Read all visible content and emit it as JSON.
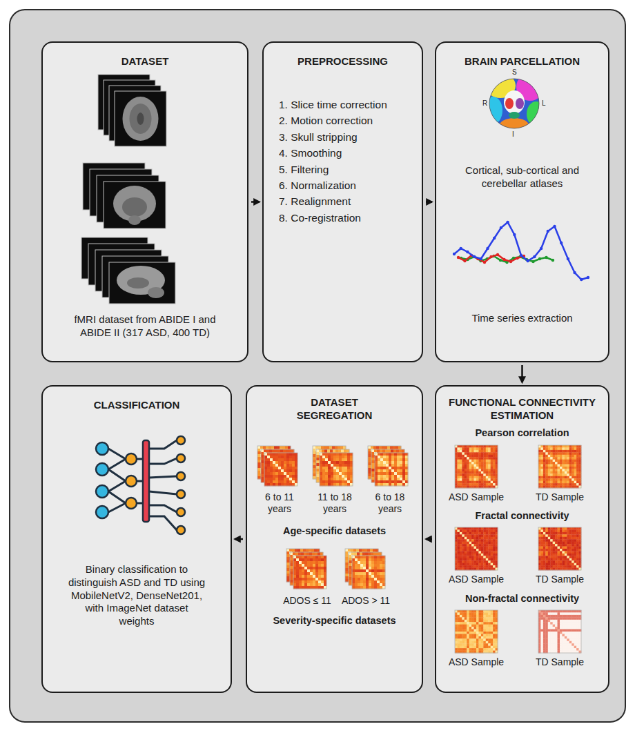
{
  "diagram": {
    "nodes": [
      {
        "text": [
          "DATASET",
          "fMRI dataset from ABIDE I and ABIDE II (317 ASD, 400 TD)"
        ]
      },
      {
        "text": [
          "PREPROCESSING",
          "1. Slice time correction",
          "2. Motion correction",
          "3. Skull stripping",
          "4. Smoothing",
          "5. Filtering",
          "6. Normalization",
          "7. Realignment",
          "8. Co-registration"
        ]
      },
      {
        "text": [
          "BRAIN PARCELLATION",
          "Cortical, sub-cortical and cerebellar atlases",
          "Time series extraction"
        ]
      },
      {
        "text": [
          "CLASSIFICATION",
          "Binary classification to distinguish ASD and TD using MobileNetV2, DenseNet201, with ImageNet dataset weights"
        ]
      },
      {
        "text": [
          "DATASET SEGREGATION",
          "6 to 11 years",
          "11 to 18 years",
          "6 to 18 years",
          "Age-specific datasets",
          "ADOS ≤ 11",
          "ADOS > 11",
          "Severity-specific datasets"
        ]
      },
      {
        "text": [
          "FUNCTIONAL CONNECTIVITY ESTIMATION",
          "Pearson correlation",
          "ASD Sample",
          "TD Sample",
          "Fractal connectivity",
          "ASD Sample",
          "TD Sample",
          "Non-fractal connectivity",
          "ASD Sample",
          "TD Sample"
        ]
      }
    ],
    "edges": [
      {
        "from": 0,
        "to": 1,
        "arrow": "to"
      },
      {
        "from": 1,
        "to": 2,
        "arrow": "to"
      },
      {
        "from": 2,
        "to": 5,
        "arrow": "to"
      },
      {
        "from": 5,
        "to": 4,
        "arrow": "to"
      },
      {
        "from": 4,
        "to": 3,
        "arrow": "to"
      }
    ],
    "labels": [
      "S",
      "R",
      "L",
      "I"
    ]
  }
}
